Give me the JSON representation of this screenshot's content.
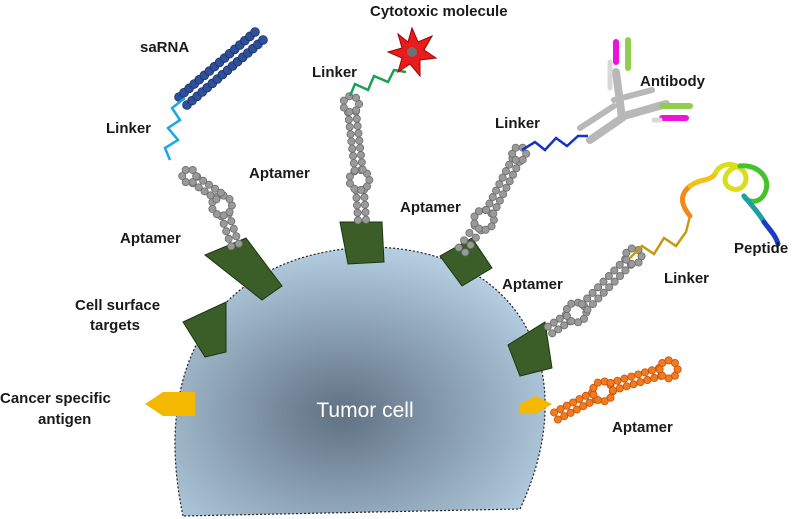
{
  "labels": {
    "sarna": "saRNA",
    "linker": "Linker",
    "aptamer": "Aptamer",
    "cytotoxic": "Cytotoxic molecule",
    "antibody": "Antibody",
    "peptide": "Peptide",
    "cell_surface_1": "Cell surface",
    "cell_surface_2": "targets",
    "antigen_1": "Cancer specific",
    "antigen_2": "antigen",
    "tumor": "Tumor cell"
  },
  "colors": {
    "cell_fill_center": "#5f7183",
    "cell_fill_edge": "#b4cde0",
    "receptor": "#3b5d27",
    "antigen": "#f5b800",
    "aptamer_gray": "#9a9a9a",
    "sarna": "#2f4f98",
    "linker_sarna": "#19a8e0",
    "linker_cytotoxic": "#1aa055",
    "linker_antibody": "#1630c8",
    "linker_peptide": "#c49a12",
    "cytotoxic_star": "#e81c1c",
    "antibody_gray": "#b8b8b8",
    "antibody_green": "#8ecf4e",
    "antibody_magenta": "#ec14d8",
    "free_aptamer": "#f47a1f"
  }
}
